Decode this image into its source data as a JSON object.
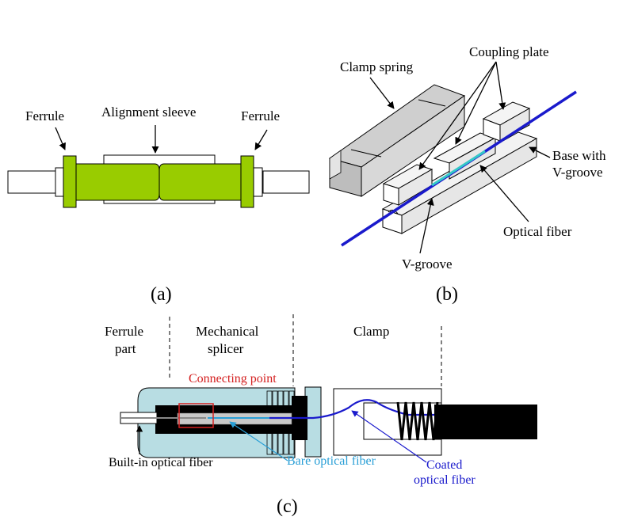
{
  "panel_a": {
    "caption": "(a)",
    "labels": {
      "ferrule_left": "Ferrule",
      "sleeve": "Alignment sleeve",
      "ferrule_right": "Ferrule"
    }
  },
  "panel_b": {
    "caption": "(b)",
    "labels": {
      "clamp_spring": "Clamp spring",
      "coupling_plate": "Coupling plate",
      "base_line1": "Base with",
      "base_line2": "V-groove",
      "optical_fiber": "Optical fiber",
      "v_groove": "V-groove"
    }
  },
  "panel_c": {
    "caption": "(c)",
    "sections": {
      "ferrule_line1": "Ferrule",
      "ferrule_line2": "part",
      "splicer_line1": "Mechanical",
      "splicer_line2": "splicer",
      "clamp": "Clamp"
    },
    "labels": {
      "connecting_point": "Connecting point",
      "built_in": "Built-in optical fiber",
      "bare": "Bare optical fiber",
      "coated_line1": "Coated",
      "coated_line2": "optical fiber"
    }
  },
  "colors": {
    "ferrule_green": "#99cc00",
    "fiber_blue": "#1a1acc",
    "bare_cyan": "#2a9fd6",
    "connect_red": "#d42020",
    "splicer_body": "#b8dde3"
  }
}
